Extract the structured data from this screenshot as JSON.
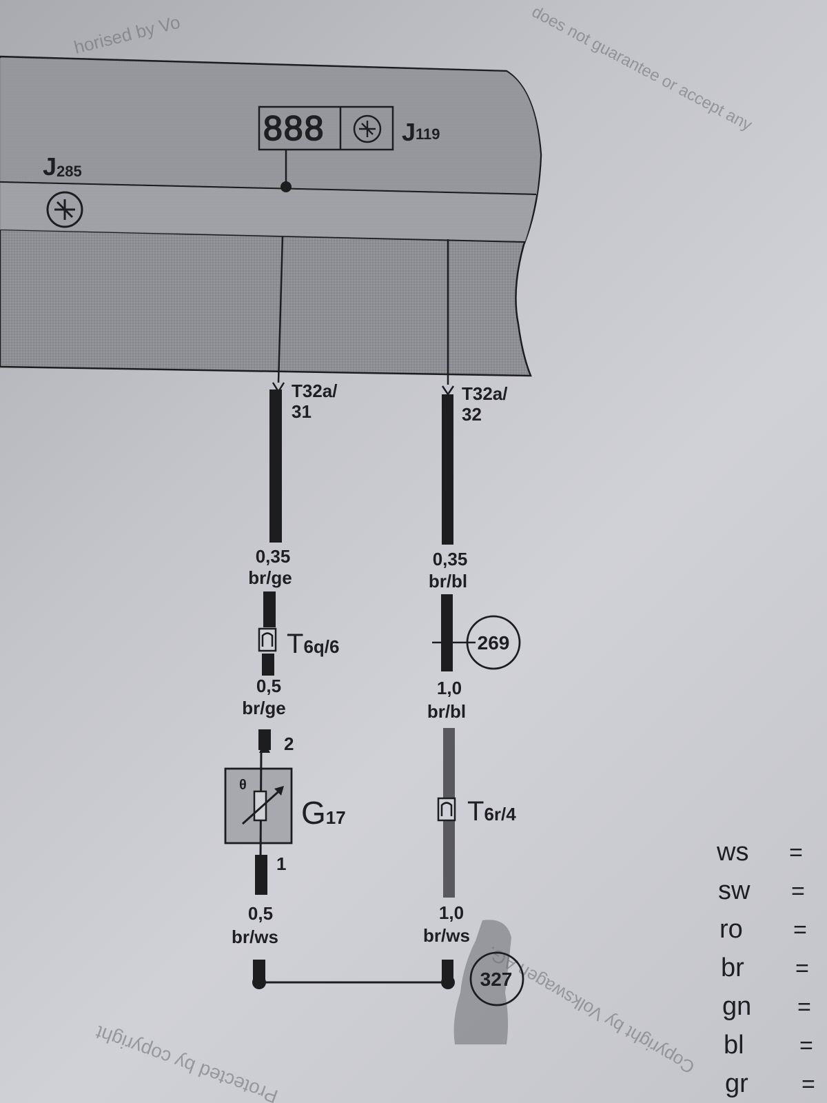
{
  "watermarks": {
    "top_left": "horised by Vo",
    "top_right": "does not guarantee or accept any",
    "bottom_left": "Protected by copyright",
    "bottom_right": "Copyright by Volkswagen AG."
  },
  "components": {
    "j285": {
      "name": "J",
      "sub": "285"
    },
    "j119": {
      "name": "J",
      "sub": "119",
      "display": "888"
    },
    "g17": {
      "name": "G",
      "sub": "17",
      "pin_top": "2",
      "pin_bottom": "1"
    }
  },
  "connectors": {
    "t32a_31": {
      "line1": "T32a/",
      "line2": "31"
    },
    "t32a_32": {
      "line1": "T32a/",
      "line2": "32"
    },
    "t6q": {
      "main": "T",
      "sub": "6q/6"
    },
    "t6r": {
      "main": "T",
      "sub": "6r/4"
    }
  },
  "wires": {
    "left_1": {
      "size": "0,35",
      "color": "br/ge"
    },
    "left_2": {
      "size": "0,5",
      "color": "br/ge"
    },
    "left_3": {
      "size": "0,5",
      "color": "br/ws"
    },
    "right_1": {
      "size": "0,35",
      "color": "br/bl"
    },
    "right_2": {
      "size": "1,0",
      "color": "br/bl"
    },
    "right_3": {
      "size": "1,0",
      "color": "br/ws"
    }
  },
  "references": {
    "ref_269": "269",
    "ref_327": "327"
  },
  "legend": [
    {
      "code": "ws",
      "eq": "="
    },
    {
      "code": "sw",
      "eq": "="
    },
    {
      "code": "ro",
      "eq": "="
    },
    {
      "code": "br",
      "eq": "="
    },
    {
      "code": "gn",
      "eq": "="
    },
    {
      "code": "bl",
      "eq": "="
    },
    {
      "code": "gr",
      "eq": "="
    }
  ]
}
